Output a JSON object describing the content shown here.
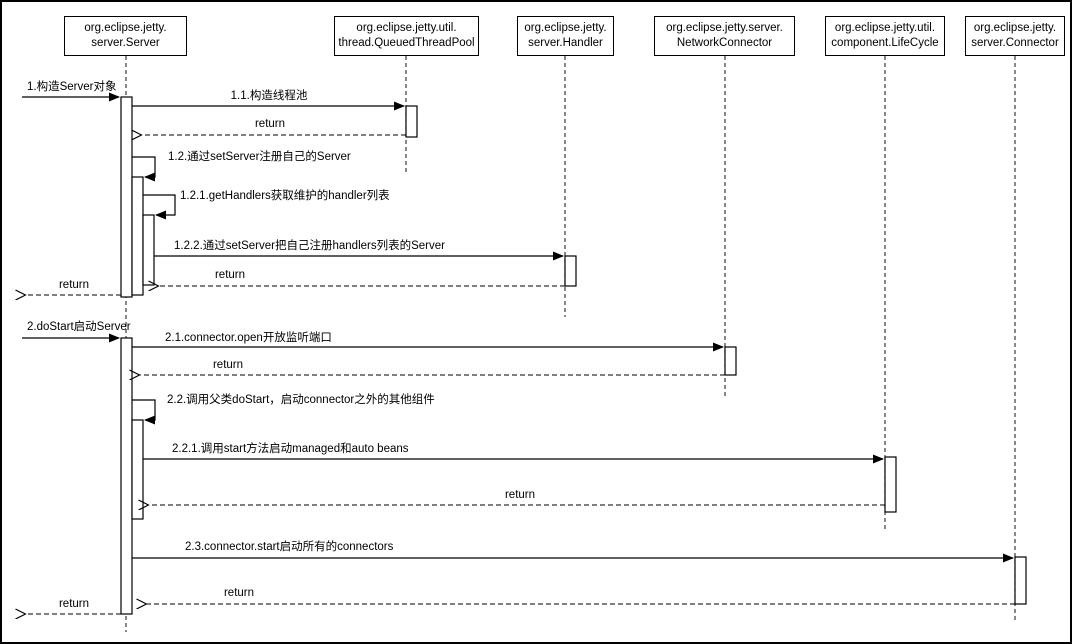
{
  "diagram": {
    "type": "uml-sequence",
    "colors": {
      "line": "#000000",
      "background": "#ffffff"
    },
    "participants": [
      {
        "name": "org.eclipse.jetty.\nserver.Server"
      },
      {
        "name": "org.eclipse.jetty.util.\nthread.QueuedThreadPool"
      },
      {
        "name": "org.eclipse.jetty.\nserver.Handler"
      },
      {
        "name": "org.eclipse.jetty.server.\nNetworkConnector"
      },
      {
        "name": "org.eclipse.jetty.util.\ncomponent.LifeCycle"
      },
      {
        "name": "org.eclipse.jetty.\nserver.Connector"
      }
    ],
    "messages": [
      {
        "seq": "1",
        "label": "1.构造Server对象",
        "from": "external",
        "to": "Server",
        "kind": "call"
      },
      {
        "seq": "1.1",
        "label": "1.1.构造线程池",
        "from": "Server",
        "to": "QueuedThreadPool",
        "kind": "call"
      },
      {
        "seq": "",
        "label": "return",
        "from": "QueuedThreadPool",
        "to": "Server",
        "kind": "return"
      },
      {
        "seq": "1.2",
        "label": "1.2.通过setServer注册自己的Server",
        "from": "Server",
        "to": "Server",
        "kind": "self"
      },
      {
        "seq": "1.2.1",
        "label": "1.2.1.getHandlers获取维护的handler列表",
        "from": "Server",
        "to": "Server",
        "kind": "self"
      },
      {
        "seq": "1.2.2",
        "label": "1.2.2.通过setServer把自己注册handlers列表的Server",
        "from": "Server",
        "to": "Handler",
        "kind": "call"
      },
      {
        "seq": "",
        "label": "return",
        "from": "Handler",
        "to": "Server",
        "kind": "return"
      },
      {
        "seq": "",
        "label": "return",
        "from": "Server",
        "to": "external",
        "kind": "return"
      },
      {
        "seq": "2",
        "label": "2.doStart启动Server",
        "from": "external",
        "to": "Server",
        "kind": "call"
      },
      {
        "seq": "2.1",
        "label": "2.1.connector.open开放监听端口",
        "from": "Server",
        "to": "NetworkConnector",
        "kind": "call"
      },
      {
        "seq": "",
        "label": "return",
        "from": "NetworkConnector",
        "to": "Server",
        "kind": "return"
      },
      {
        "seq": "2.2",
        "label": "2.2.调用父类doStart，启动connector之外的其他组件",
        "from": "Server",
        "to": "Server",
        "kind": "self"
      },
      {
        "seq": "2.2.1",
        "label": "2.2.1.调用start方法启动managed和auto beans",
        "from": "Server",
        "to": "LifeCycle",
        "kind": "call"
      },
      {
        "seq": "",
        "label": "return",
        "from": "LifeCycle",
        "to": "Server",
        "kind": "return"
      },
      {
        "seq": "2.3",
        "label": "2.3.connector.start启动所有的connectors",
        "from": "Server",
        "to": "Connector",
        "kind": "call"
      },
      {
        "seq": "",
        "label": "return",
        "from": "Connector",
        "to": "Server",
        "kind": "return"
      },
      {
        "seq": "",
        "label": "return",
        "from": "Server",
        "to": "external",
        "kind": "return"
      }
    ]
  }
}
